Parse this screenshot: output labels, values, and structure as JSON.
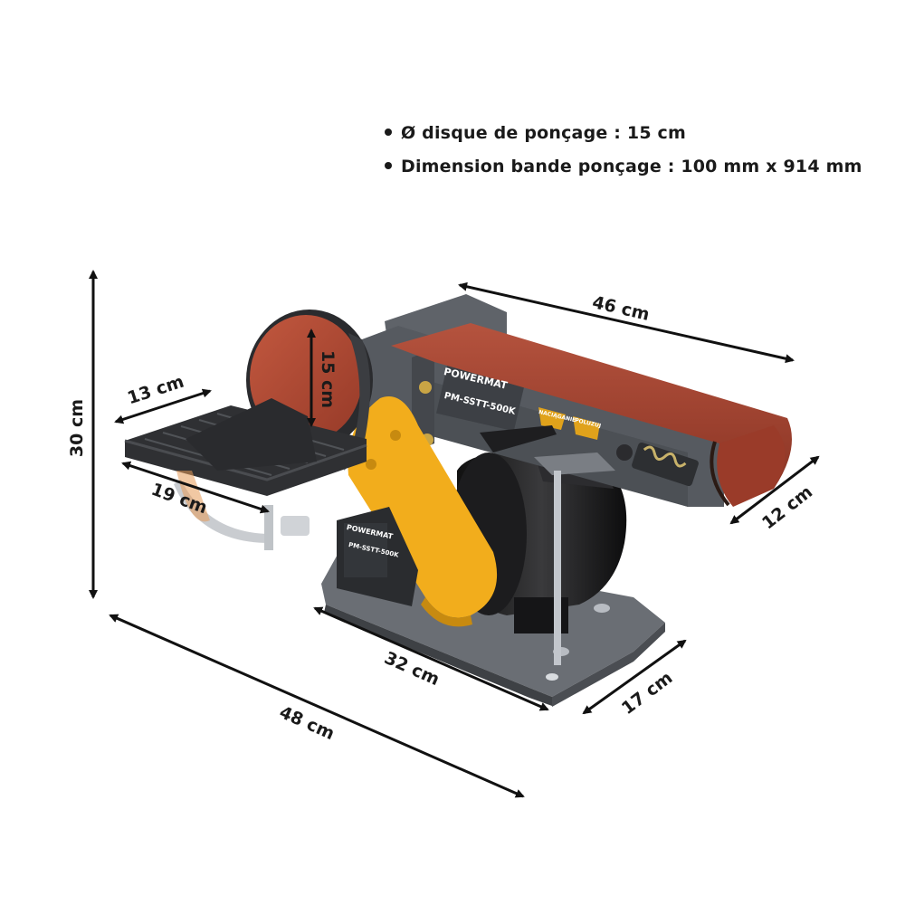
{
  "specs": [
    "Ø disque de ponçage : 15 cm",
    "Dimension bande ponçage : 100 mm x 914 mm"
  ],
  "dimensions": {
    "height": "30 cm",
    "total_length": "48 cm",
    "base_length": "32 cm",
    "base_depth": "17 cm",
    "belt_length": "46 cm",
    "belt_width": "12 cm",
    "disc_diameter": "15 cm",
    "table_depth": "13 cm",
    "table_width": "19 cm"
  },
  "product": {
    "brand": "POWERMAT",
    "model": "PM-SSTT-500K",
    "direction_labels": [
      "NACIĄGANIE",
      "POLUZUJ"
    ]
  },
  "colors": {
    "belt": "#9b3d2c",
    "body": "#5d6167",
    "guard": "#f2ad1c",
    "motor": "#1b1b1d",
    "table": "#2a2b2e"
  }
}
